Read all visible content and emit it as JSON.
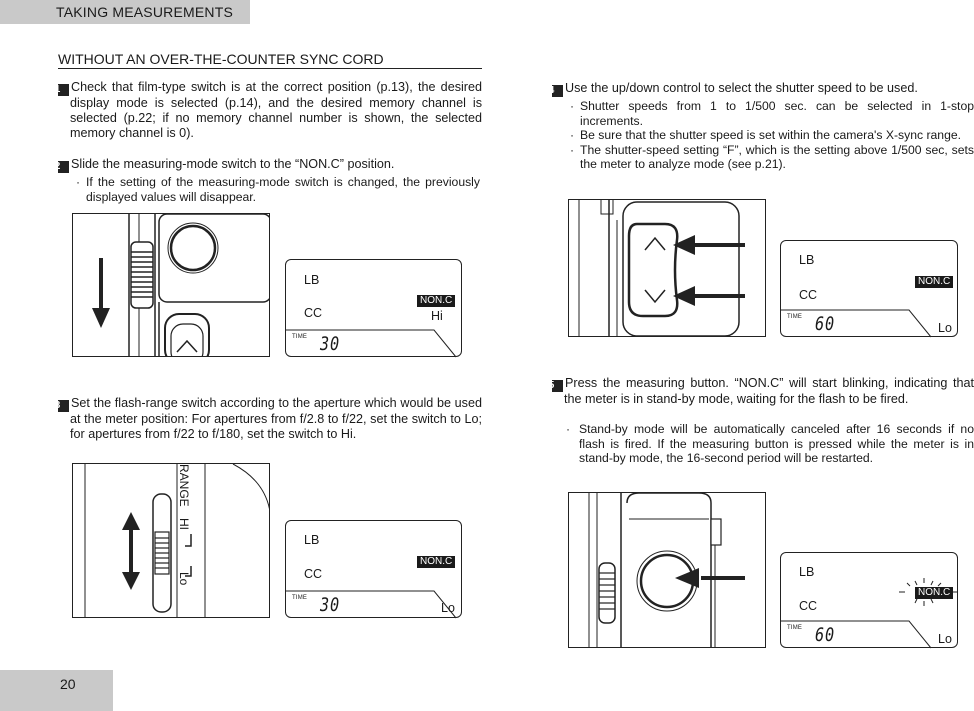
{
  "header": {
    "title": "TAKING MEASUREMENTS"
  },
  "section": {
    "title": "WITHOUT AN OVER-THE-COUNTER SYNC CORD"
  },
  "steps": [
    {
      "num": "1",
      "text": "Check that film-type switch is at the correct position (p.13), the desired display mode is selected (p.14), and the desired memory channel is selected (p.22; if no memory channel number is shown, the selected memory channel is 0)."
    },
    {
      "num": "2",
      "text": "Slide the measuring-mode switch to the “NON.C” position.",
      "notes": [
        "If the setting of the measuring-mode switch is changed, the previously displayed values will disappear."
      ]
    },
    {
      "num": "3",
      "text": "Set the flash-range switch according to the aperture which would be used at the meter position: For apertures from f/2.8 to f/22, set the switch to Lo; for apertures from f/22 to f/180, set the switch to Hi."
    },
    {
      "num": "4",
      "text": "Use the up/down control to select the shutter speed to be used.",
      "notes": [
        "Shutter speeds from 1 to 1/500 sec. can be selected in 1-stop increments.",
        "Be sure that the shutter speed is set within the camera's X-sync range.",
        "The shutter-speed setting “F”, which is the setting above 1/500 sec, sets the meter to analyze mode (see p.21)."
      ]
    },
    {
      "num": "5",
      "text": "Press the measuring button. “NON.C” will start blinking, indicating that the meter is in stand-by mode, waiting for the flash to be fired.",
      "notes": [
        "Stand-by mode will be automatically canceled after 16 seconds if no flash is fired. If the measuring button is pressed while the meter is in stand-by mode, the 16-second period will be restarted."
      ]
    }
  ],
  "note_bullet": "·",
  "illustrations": {
    "range_switch": {
      "label_range": "RANGE",
      "label_hi": "HI",
      "label_lo": "Lo"
    }
  },
  "displays": [
    {
      "lb": "LB",
      "cc": "CC",
      "mode": "NON.C",
      "range": "Hi",
      "time_label": "TIME",
      "time_value": "30"
    },
    {
      "lb": "LB",
      "cc": "CC",
      "mode": "NON.C",
      "range": "Lo",
      "time_label": "TIME",
      "time_value": "30"
    },
    {
      "lb": "LB",
      "cc": "CC",
      "mode": "NON.C",
      "range": "Lo",
      "time_label": "TIME",
      "time_value": "60"
    },
    {
      "lb": "LB",
      "cc": "CC",
      "mode": "NON.C",
      "range": "Lo",
      "time_label": "TIME",
      "time_value": "60"
    }
  ],
  "footer": {
    "page_number": "20"
  }
}
